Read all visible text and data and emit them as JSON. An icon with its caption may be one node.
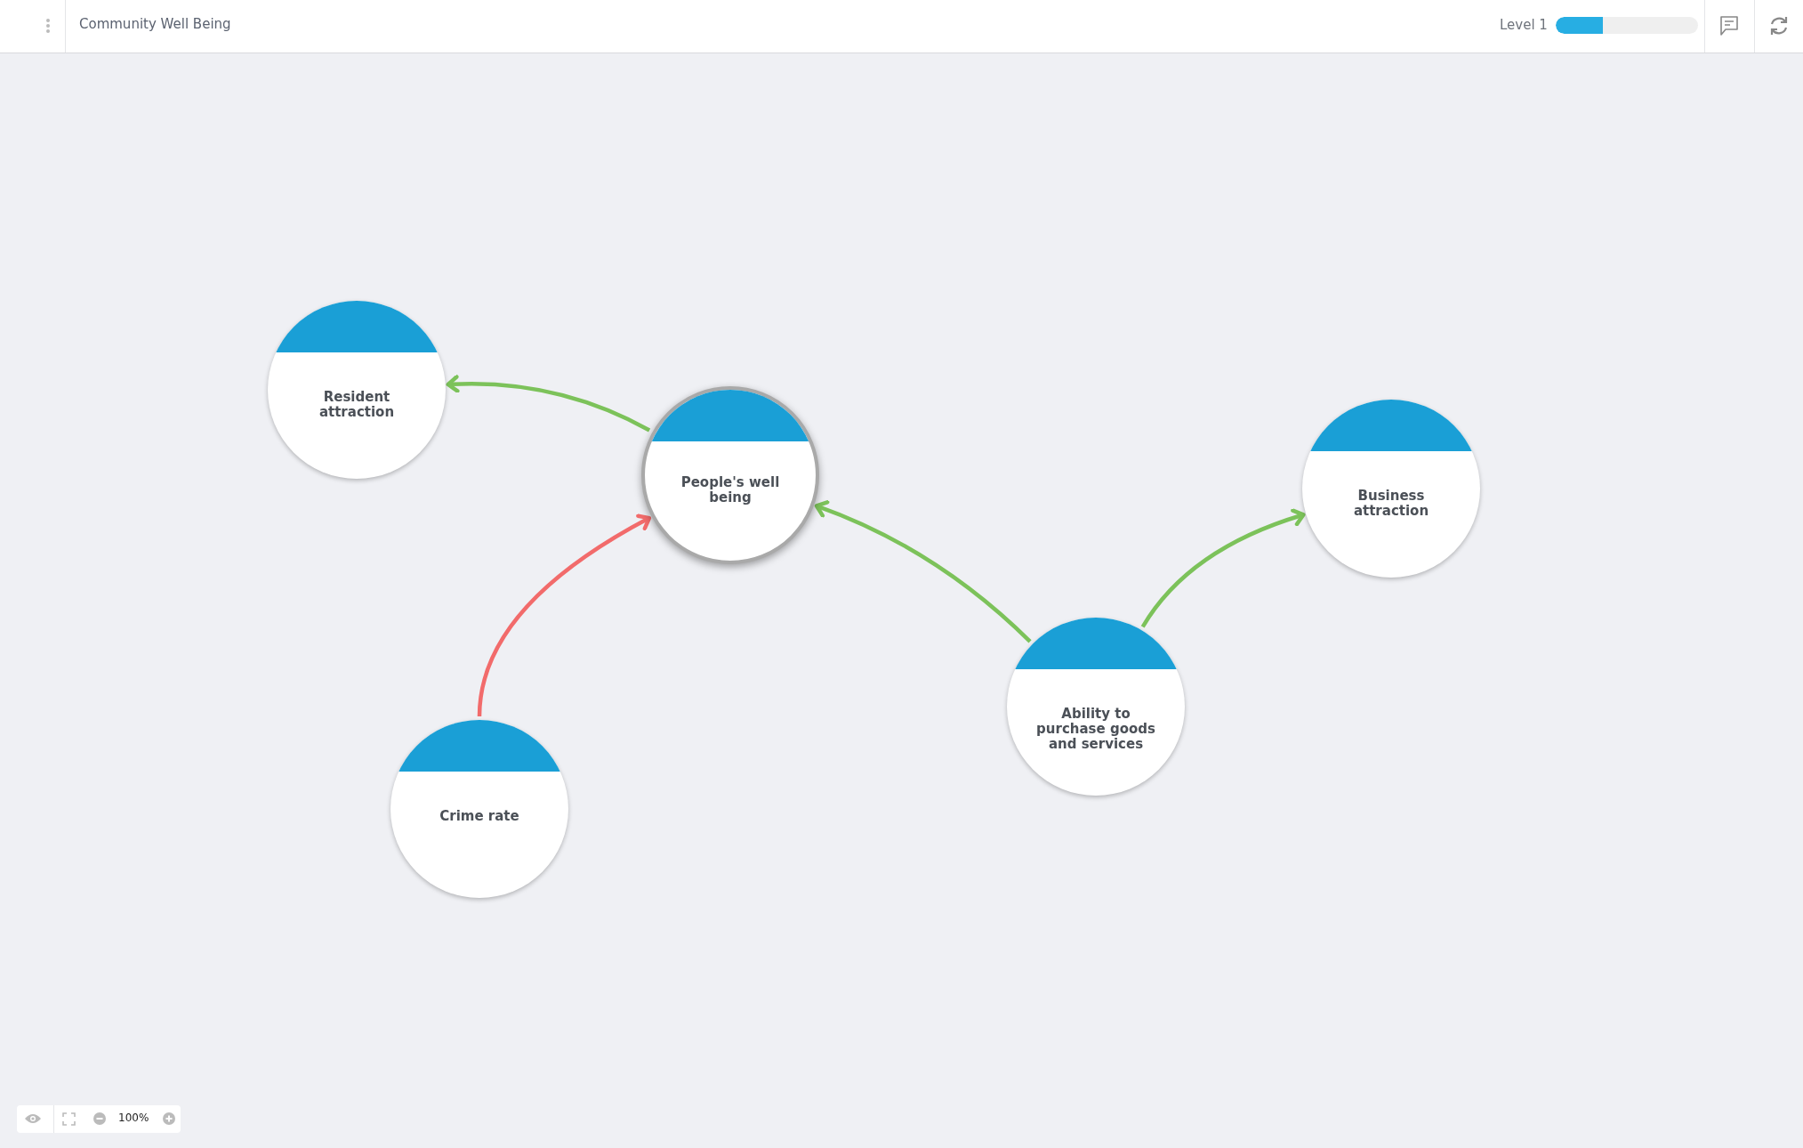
{
  "diagram": {
    "title": "Community Well Being",
    "nodes": [
      {
        "text": [
          "Resident attraction"
        ]
      },
      {
        "text": [
          "People's well being"
        ]
      },
      {
        "text": [
          "Business attraction"
        ]
      },
      {
        "text": [
          "Ability to purchase goods and services"
        ]
      },
      {
        "text": [
          "Crime rate"
        ]
      }
    ],
    "edges": [
      {
        "from": 1,
        "to": 0,
        "arrow": "to"
      },
      {
        "from": 4,
        "to": 1,
        "arrow": "to",
        "color": "#f26b6b"
      },
      {
        "from": 3,
        "to": 1,
        "arrow": "to"
      },
      {
        "from": 3,
        "to": 2,
        "arrow": "to"
      }
    ],
    "labels": [
      "Level 1",
      "100%"
    ]
  }
}
